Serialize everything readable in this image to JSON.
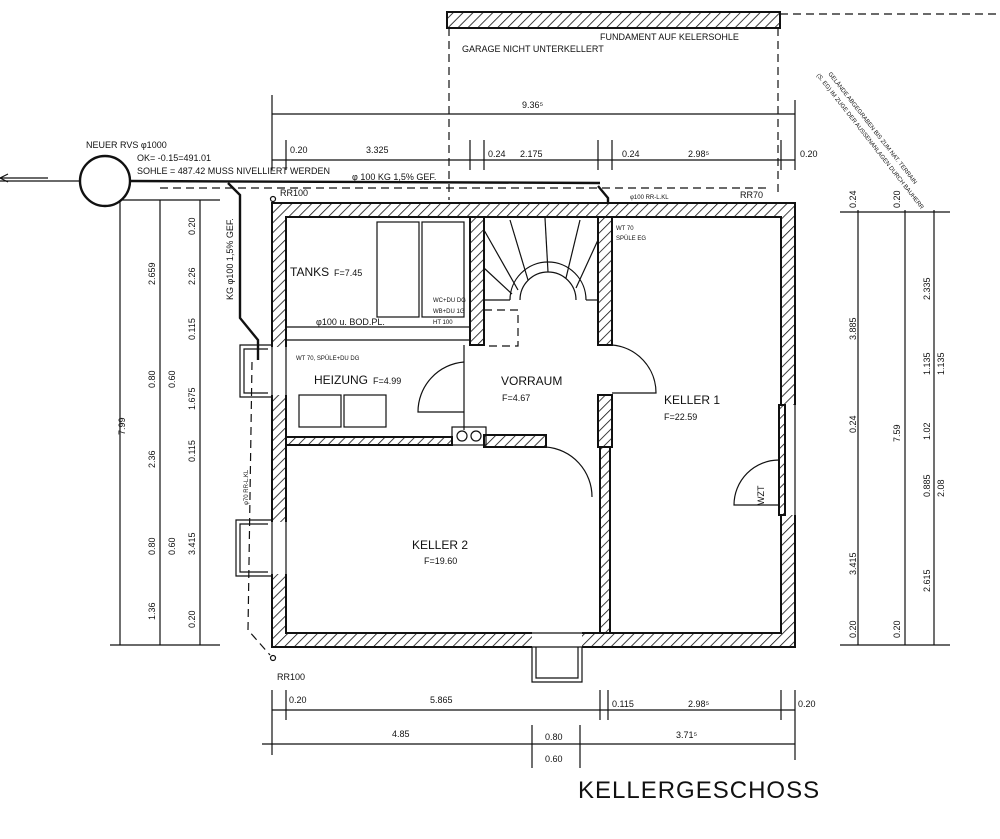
{
  "title": "KELLERGESCHOSS",
  "garage": {
    "label": "GARAGE NICHT UNTERKELLERT",
    "foundation": "FUNDAMENT AUF KELERSOHLE"
  },
  "sewer": {
    "title": "NEUER RVS φ1000",
    "ok": "OK= -0.15=491.01",
    "sohle": "SOHLE = 487.42 MUSS NIVELLIERT WERDEN",
    "pipe_top": "φ 100 KG 1,5% GEF.",
    "pipe_left": "KG φ100 1,5% GEF.",
    "pipe_left_lower": "φ70 RR-L.KL",
    "pipe_right": "φ100 RR-L.KL"
  },
  "diagonal_note": {
    "line1": "GELÄNDE ABGEGRABEN BIS ZUM NAT. TERRAIN",
    "line2": "(S. EG) IM ZUGE DER AUSSENANLAGEN DURCH BAUHERR"
  },
  "rooms": [
    {
      "name": "TANKS",
      "area": "F=7.45"
    },
    {
      "name": "HEIZUNG",
      "area": "F=4.99"
    },
    {
      "name": "VORRAUM",
      "area": "F=4.67"
    },
    {
      "name": "KELLER 1",
      "area": "F=22.59"
    },
    {
      "name": "KELLER 2",
      "area": "F=19.60"
    }
  ],
  "annotations": {
    "rr100_top": "RR100",
    "rr100_bottom": "RR100",
    "rr70": "RR70",
    "wt70_spuele": "WT 70",
    "spuele_eg": "SPÜLE EG",
    "bodpl": "φ100 u. BOD.PL.",
    "wc_du_dg": "WC+DU DG",
    "wb_du_1g": "WB+DU 1G",
    "ht100": "HT 100",
    "wt70_heizung": "WT 70, SPÜLE+DU DG",
    "wzt": "WZT"
  },
  "dimensions": {
    "top_total": "9.36⁵",
    "top": [
      "0.20",
      "3.325",
      "0.24",
      "2.175",
      "0.24",
      "2.98⁵",
      "0.20"
    ],
    "bottom_row1": [
      "0.20",
      "5.865",
      "0.115",
      "2.98⁵",
      "0.20"
    ],
    "bottom_row2": [
      "4.85",
      "0.80",
      "0.60",
      "3.71⁵"
    ],
    "left_total": "7.99",
    "left_a": [
      "2.659",
      "0.80",
      "2.36",
      "0.80",
      "1.36"
    ],
    "left_b": [
      "0.60",
      "0.60"
    ],
    "left_c": [
      "0.20",
      "2.26",
      "0.115",
      "1.675",
      "0.115",
      "3.415",
      "0.20"
    ],
    "right_a": [
      "0.24",
      "3.885",
      "0.24",
      "3.415",
      "0.20"
    ],
    "right_total": [
      "0.20",
      "7.59",
      "0.20"
    ],
    "right_c": [
      "2.335",
      "1.135",
      "1.02",
      "0.885",
      "2.615"
    ],
    "right_d": [
      "1.135",
      "2.08"
    ]
  }
}
